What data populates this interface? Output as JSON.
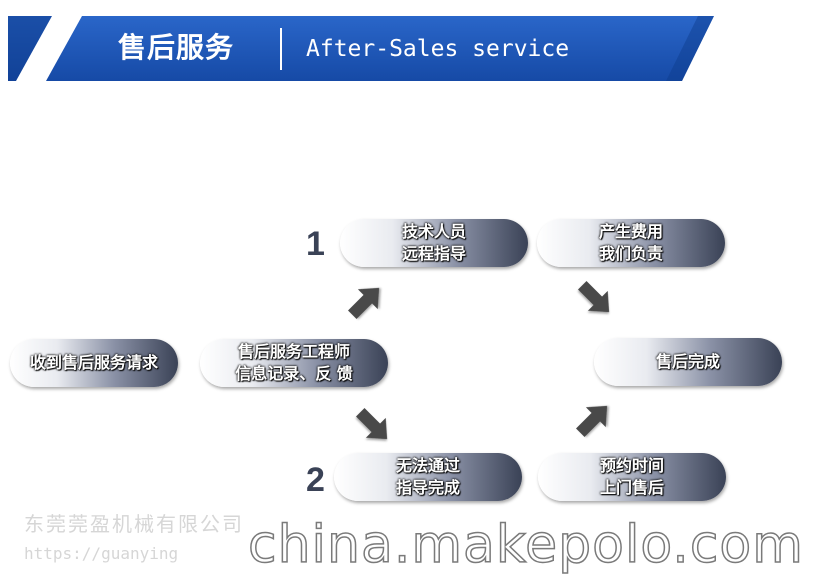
{
  "header": {
    "title": "售后服务",
    "subtitle": "After-Sales service"
  },
  "colors": {
    "banner_blue": "#1a55b8",
    "pill_dark": "#3a4256",
    "arrow_gray": "#4a4a4a"
  },
  "flow": {
    "start": {
      "line1": "收到售后服务请求"
    },
    "engineer": {
      "line1": "售后服务工程师",
      "line2": "信息记录、反 馈"
    },
    "branch1": {
      "number": "1",
      "step": {
        "line1": "技术人员",
        "line2": "远程指导"
      },
      "next": {
        "line1": "产生费用",
        "line2": "我们负责"
      }
    },
    "branch2": {
      "number": "2",
      "step": {
        "line1": "无法通过",
        "line2": "指导完成"
      },
      "next": {
        "line1": "预约时间",
        "line2": "上门售后"
      }
    },
    "end": {
      "line1": "售后完成"
    }
  },
  "watermark": {
    "company": "东莞莞盈机械有限公司",
    "url": "https://guanying",
    "site": "china.makepolo.com"
  }
}
